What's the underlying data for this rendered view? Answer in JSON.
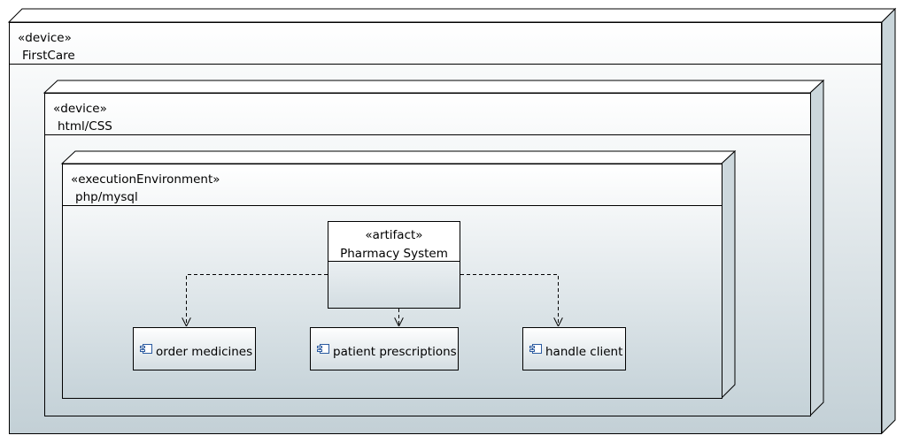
{
  "nodes": {
    "firstcare": {
      "stereotype": "«device»",
      "name": "FirstCare"
    },
    "htmlcss": {
      "stereotype": "«device»",
      "name": "html/CSS"
    },
    "phpmysql": {
      "stereotype": "«executionEnvironment»",
      "name": "php/mysql"
    }
  },
  "artifact": {
    "stereotype": "«artifact»",
    "name": "Pharmacy System"
  },
  "components": {
    "order": "order medicines",
    "prescriptions": "patient prescriptions",
    "client": "handle client"
  },
  "colors": {
    "gradient_top": "#ffffff",
    "gradient_bottom": "#c3d0d6",
    "stroke": "#000000"
  }
}
